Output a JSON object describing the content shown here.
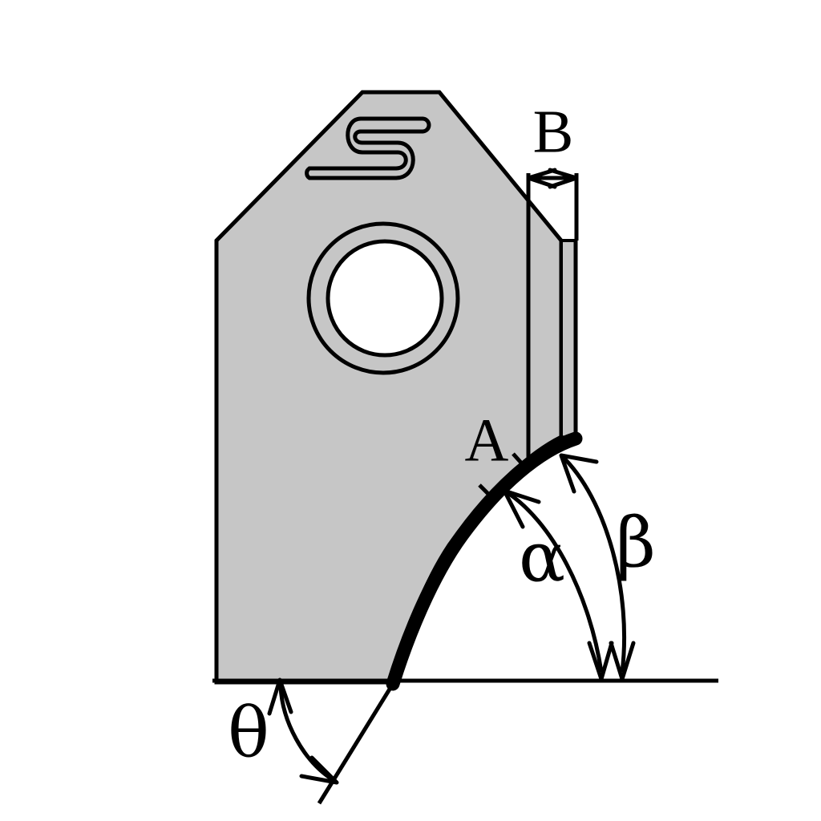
{
  "figure": {
    "title": "Cutting insert geometry diagram",
    "type": "engineering-drawing",
    "background_color": "#FFFFFF",
    "body_fill_color": "#C6C6C6",
    "outline_color": "#000000",
    "cutting_edge_color": "#000000"
  },
  "labels": {
    "dimension_b": "B",
    "dimension_a": "A",
    "angle_alpha": "α",
    "angle_beta": "β",
    "angle_theta": "θ"
  },
  "annotations": {
    "b_dimension": {
      "label": "B",
      "kind": "linear-dimension",
      "orientation": "horizontal",
      "arrow_style": "double-headed"
    },
    "a_dimension": {
      "label": "A",
      "kind": "leader-label",
      "points_to": "insert-thickness-edge"
    },
    "alpha_angle": {
      "label": "α",
      "kind": "angular-dimension",
      "arc_style": "single-arrow-each-end"
    },
    "beta_angle": {
      "label": "β",
      "kind": "angular-dimension",
      "arc_style": "single-arrow-each-end"
    },
    "theta_angle": {
      "label": "θ",
      "kind": "angular-dimension",
      "arc_style": "single-arrow-each-end"
    }
  },
  "features": {
    "s_logo": "s-shaped-tube-logo",
    "center_hole": "concentric-through-hole",
    "baseline": "horizontal-reference-line",
    "tangent_line": "tangent-leader-line"
  }
}
